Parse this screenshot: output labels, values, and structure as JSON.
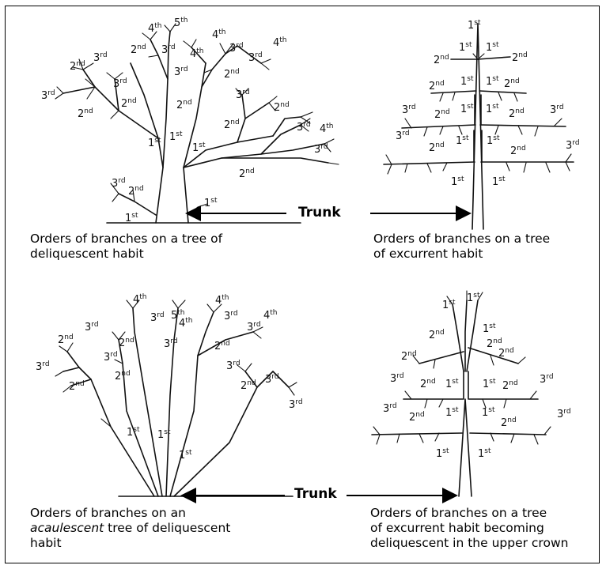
{
  "trunk_label": "Trunk",
  "orders": {
    "first": "1st",
    "second": "2nd",
    "third": "3rd",
    "fourth": "4th",
    "fifth": "5th"
  },
  "captions": {
    "top_left": [
      "Orders of branches on a tree of",
      "deliquescent habit"
    ],
    "top_right": [
      "Orders of branches on a tree",
      "of excurrent habit"
    ],
    "bottom_left": {
      "line1": "Orders of branches on an",
      "line2_italic": "acaulescent",
      "line2_rest": " tree of deliquescent",
      "line3": "habit"
    },
    "bottom_right": [
      "Orders of branches on a tree",
      "of excurrent habit becoming",
      "deliquescent in the upper crown"
    ]
  }
}
